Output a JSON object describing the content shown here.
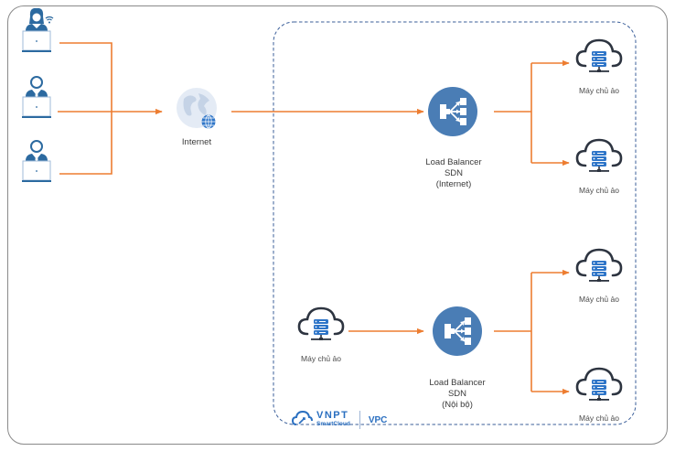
{
  "diagram": {
    "users": [
      {
        "id": "user-1",
        "type": "female-user-wifi"
      },
      {
        "id": "user-2",
        "type": "male-user"
      },
      {
        "id": "user-3",
        "type": "male-user"
      }
    ],
    "internet": {
      "label": "Internet"
    },
    "vpc": {
      "label": "VPC",
      "brand_name": "VNPT",
      "brand_sub": "SmartCloud"
    },
    "lb_internet": {
      "line1": "Load Balancer",
      "line2": "SDN",
      "line3": "(Internet)"
    },
    "lb_internal": {
      "line1": "Load Balancer",
      "line2": "SDN",
      "line3": "(Nội bộ)"
    },
    "servers": [
      {
        "label": "Máy chủ ảo"
      },
      {
        "label": "Máy chủ ảo"
      },
      {
        "label": "Máy chủ ảo"
      },
      {
        "label": "Máy chủ ảo"
      }
    ],
    "internal_source": {
      "label": "Máy chủ ảo"
    },
    "colors": {
      "connector": "#ed7d31",
      "lb_fill": "#4a7db5",
      "server_blue": "#2e75c8",
      "cloud_outline": "#2d3440",
      "user_blue": "#2c6aa0",
      "vpc_border": "#3b5f9a"
    }
  }
}
